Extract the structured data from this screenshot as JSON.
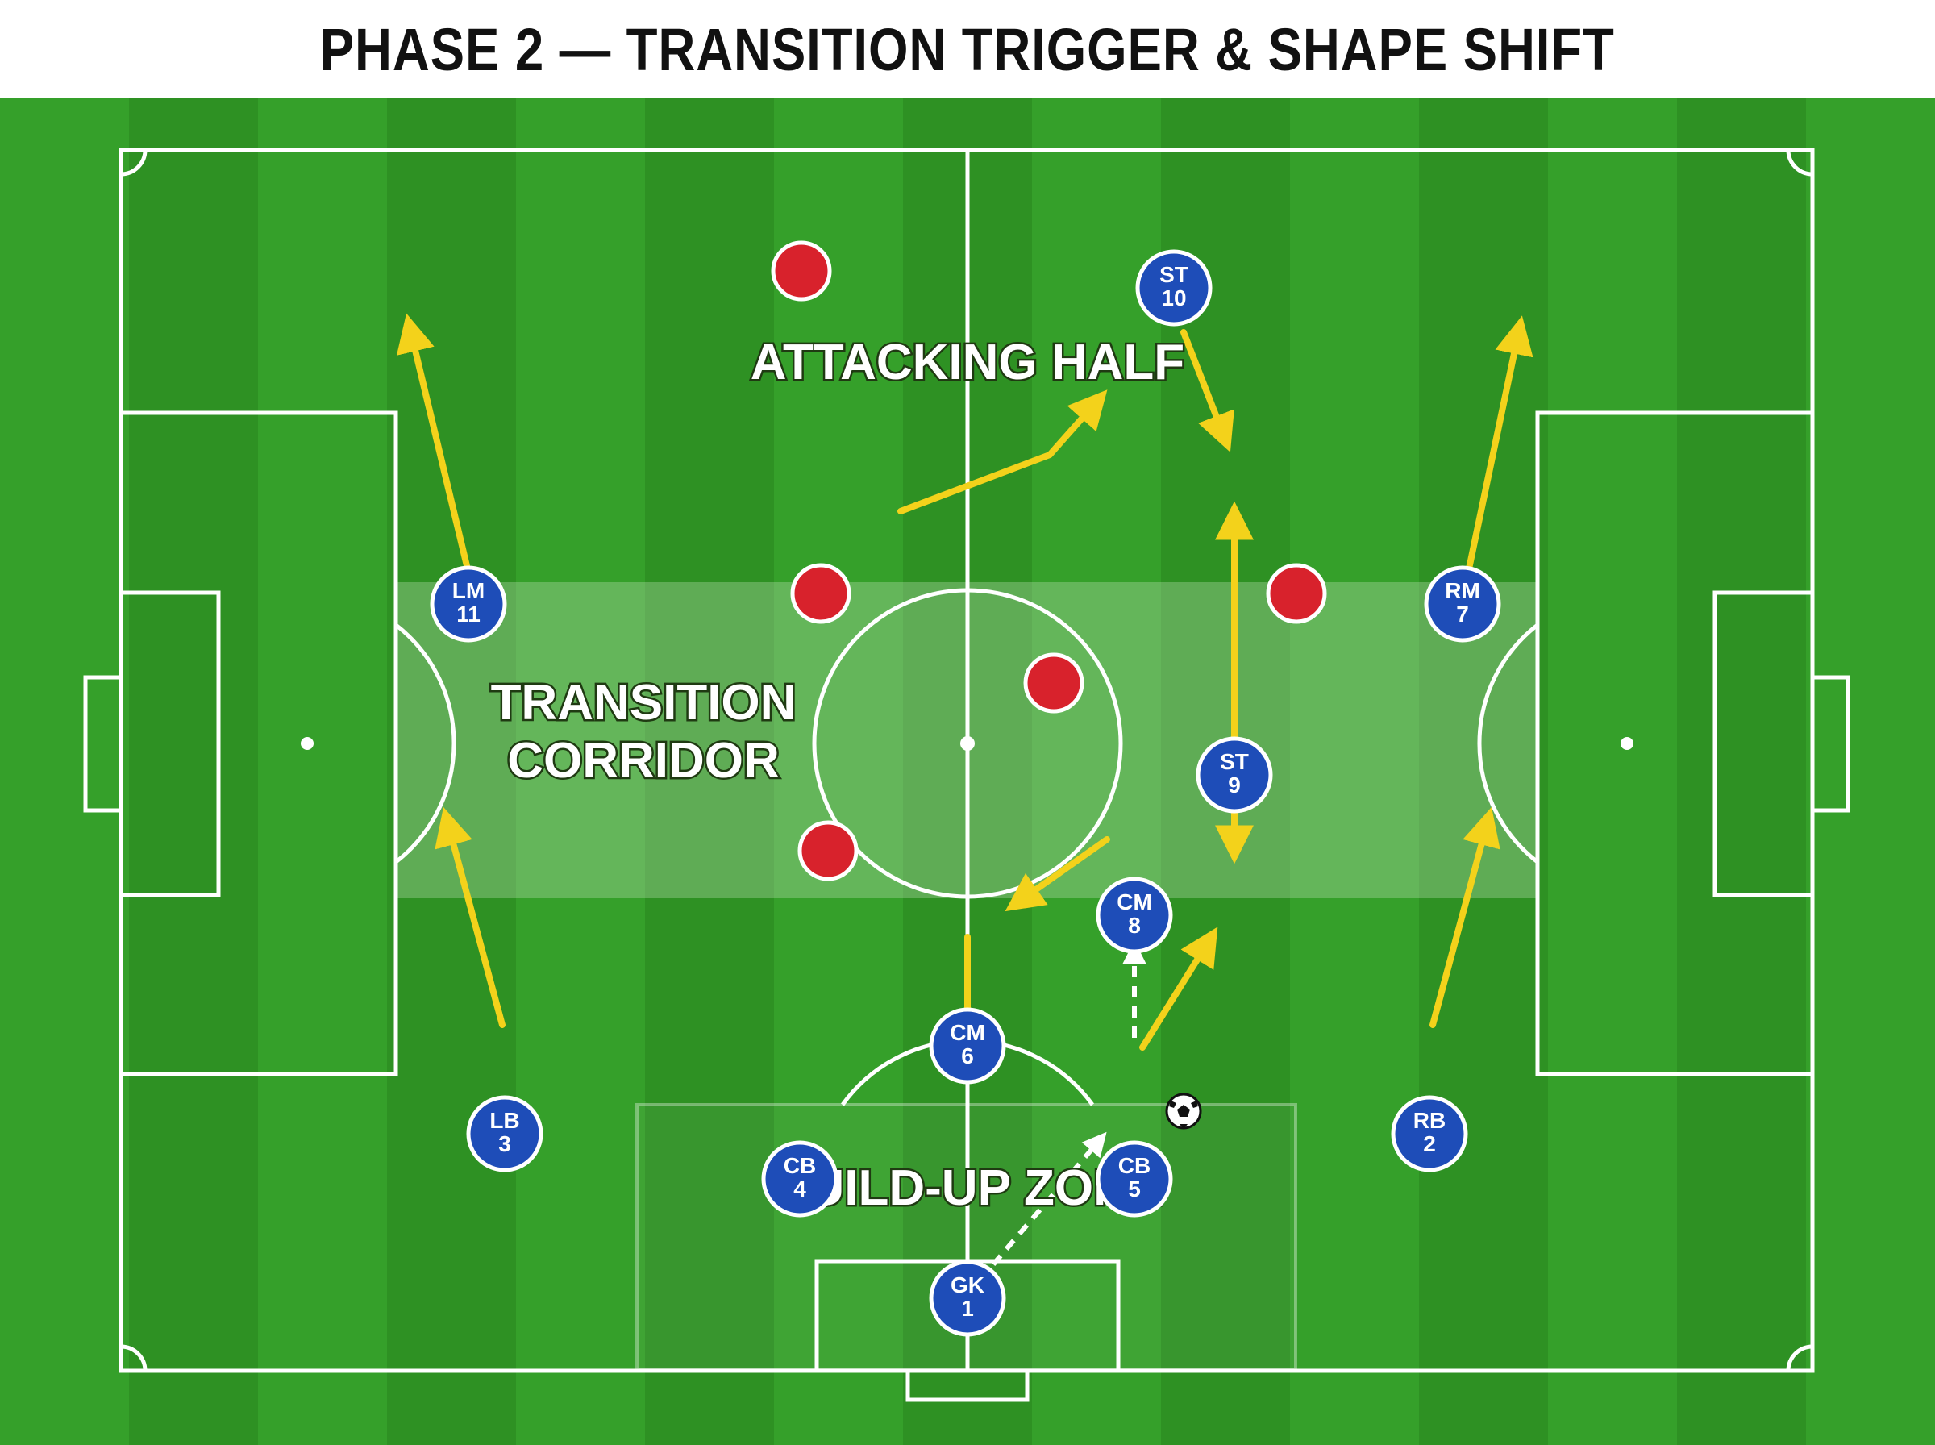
{
  "title": "PHASE 2 — TRANSITION TRIGGER & SHAPE SHIFT",
  "zones": {
    "attacking_half": "ATTACKING HALF",
    "transition_line1": "TRANSITION",
    "transition_line2": "CORRIDOR",
    "build_up": "BUILD-UP ZONE"
  },
  "colors": {
    "home_team": "#1e4db8",
    "opponent": "#d8222c",
    "run_arrow": "#f3d21b",
    "pass_arrow": "#ffffff",
    "pitch_light": "#3aa52c",
    "pitch_dark": "#2e9123",
    "corridor": "#c8e6c0"
  },
  "players": [
    {
      "role": "ST",
      "number": "10"
    },
    {
      "role": "LM",
      "number": "11"
    },
    {
      "role": "RM",
      "number": "7"
    },
    {
      "role": "ST",
      "number": "9"
    },
    {
      "role": "CM",
      "number": "8"
    },
    {
      "role": "CM",
      "number": "6"
    },
    {
      "role": "LB",
      "number": "3"
    },
    {
      "role": "RB",
      "number": "2"
    },
    {
      "role": "CB",
      "number": "4"
    },
    {
      "role": "CB",
      "number": "5"
    },
    {
      "role": "GK",
      "number": "1"
    }
  ],
  "opponents_count": 5,
  "ball_icon": "soccer-ball-icon"
}
